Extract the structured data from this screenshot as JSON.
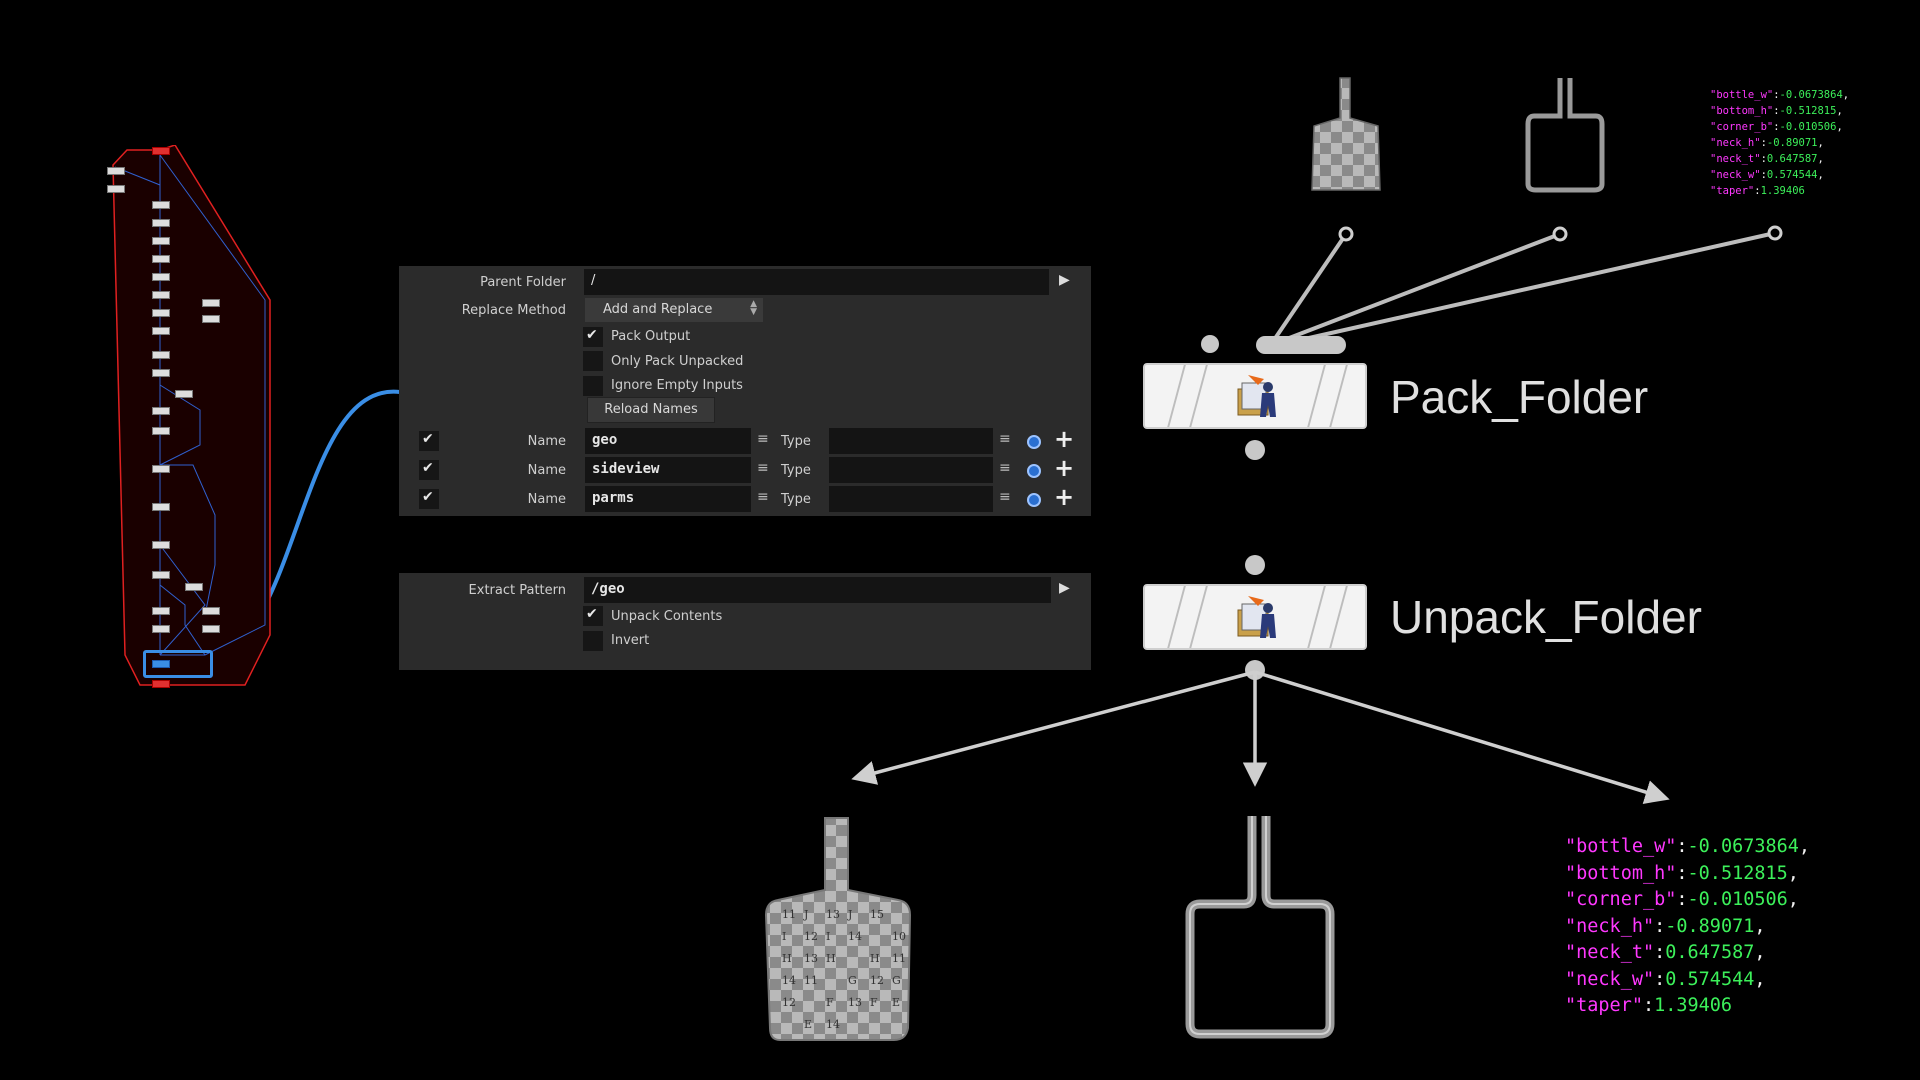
{
  "pack_panel": {
    "parent_folder_label": "Parent Folder",
    "parent_folder_value": "/",
    "replace_method_label": "Replace Method",
    "replace_method_value": "Add and Replace",
    "pack_output_label": "Pack Output",
    "pack_output_checked": true,
    "only_pack_unpacked_label": "Only Pack Unpacked",
    "only_pack_unpacked_checked": false,
    "ignore_empty_inputs_label": "Ignore Empty Inputs",
    "ignore_empty_inputs_checked": false,
    "reload_names_label": "Reload Names",
    "rows": [
      {
        "enabled": true,
        "name_label": "Name",
        "name_value": "geo",
        "type_label": "Type",
        "type_value": ""
      },
      {
        "enabled": true,
        "name_label": "Name",
        "name_value": "sideview",
        "type_label": "Type",
        "type_value": ""
      },
      {
        "enabled": true,
        "name_label": "Name",
        "name_value": "parms",
        "type_label": "Type",
        "type_value": ""
      }
    ]
  },
  "unpack_panel": {
    "extract_pattern_label": "Extract Pattern",
    "extract_pattern_value": "/geo",
    "unpack_contents_label": "Unpack Contents",
    "unpack_contents_checked": true,
    "invert_label": "Invert",
    "invert_checked": false
  },
  "nodes": {
    "pack": {
      "label": "Pack_Folder",
      "icon": "pack-folder-icon"
    },
    "unpack": {
      "label": "Unpack_Folder",
      "icon": "unpack-folder-icon"
    }
  },
  "parms_small": [
    {
      "key": "\"bottle_w\"",
      "value": "-0.0673864",
      "sep": ","
    },
    {
      "key": "\"bottom_h\"",
      "value": "-0.512815",
      "sep": ","
    },
    {
      "key": "\"corner_b\"",
      "value": "-0.010506",
      "sep": ","
    },
    {
      "key": "\"neck_h\"",
      "value": "-0.89071",
      "sep": ","
    },
    {
      "key": "\"neck_t\"",
      "value": "0.647587",
      "sep": ","
    },
    {
      "key": "\"neck_w\"",
      "value": "0.574544",
      "sep": ","
    },
    {
      "key": "\"taper\"",
      "value": "1.39406",
      "sep": ""
    }
  ],
  "parms_big": [
    {
      "key": "\"bottle_w\"",
      "value": "-0.0673864",
      "sep": ","
    },
    {
      "key": "\"bottom_h\"",
      "value": "-0.512815",
      "sep": ","
    },
    {
      "key": "\"corner_b\"",
      "value": "-0.010506",
      "sep": ","
    },
    {
      "key": "\"neck_h\"",
      "value": "-0.89071",
      "sep": ","
    },
    {
      "key": "\"neck_t\"",
      "value": "0.647587",
      "sep": ","
    },
    {
      "key": "\"neck_w\"",
      "value": "0.574544",
      "sep": ","
    },
    {
      "key": "\"taper\"",
      "value": "1.39406",
      "sep": ""
    }
  ],
  "checker_labels": [
    "11",
    "J",
    "13",
    "J",
    "15",
    "10",
    "I",
    "12",
    "I",
    "14",
    "H",
    "11",
    "H",
    "13",
    "H",
    "G",
    "12",
    "G",
    "14",
    "11",
    "F",
    "13",
    "F",
    "E",
    "12",
    "E",
    "14"
  ],
  "colors": {
    "background": "#000000",
    "panel": "#2b2b2b",
    "wire_highlight": "#3a8ee6",
    "json_key": "#ff38ff",
    "json_value": "#3cf05a",
    "mini_outline": "#e02020"
  }
}
